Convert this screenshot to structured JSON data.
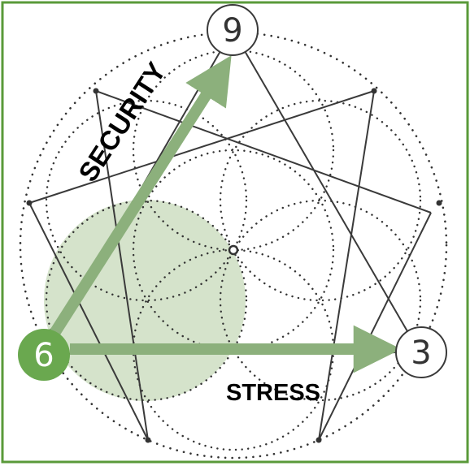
{
  "diagram": {
    "labels": {
      "security": "SECURITY",
      "stress": "STRESS"
    },
    "nodes": {
      "top": "9",
      "left": "6",
      "right": "3"
    },
    "colors": {
      "frame": "#5a9a3a",
      "arrow": "#8cb07c",
      "highlight_fill": "#d5e3cb",
      "left_node_fill": "#6aa84f",
      "line": "#3a3a3a"
    }
  }
}
